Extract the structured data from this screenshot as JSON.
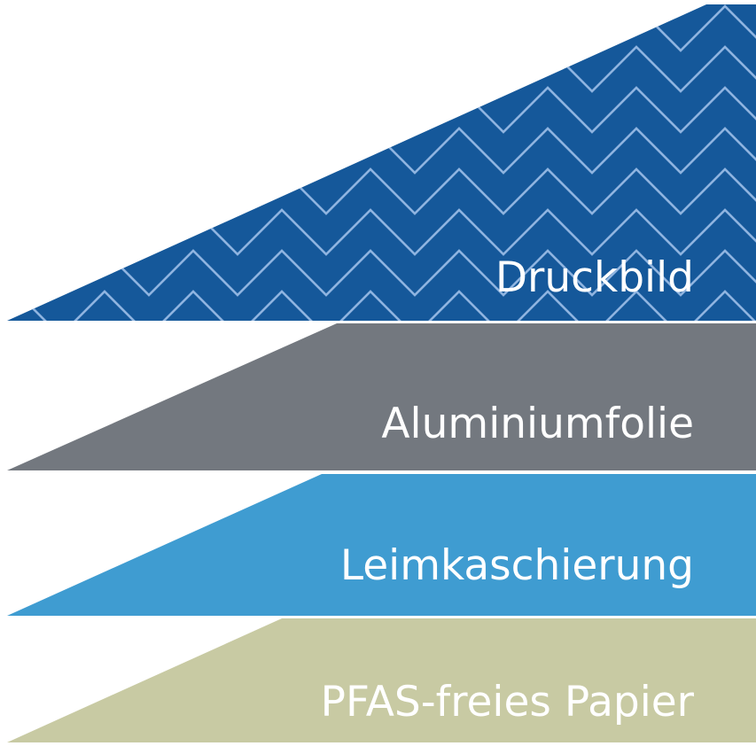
{
  "layers": [
    {
      "label": "Druckbild",
      "color": "#15589a",
      "pattern": "zigzag",
      "pattern_color": "#8fb4e0"
    },
    {
      "label": "Aluminiumfolie",
      "color": "#73787f"
    },
    {
      "label": "Leimkaschierung",
      "color": "#3f9cd1"
    },
    {
      "label": "PFAS-freies Papier",
      "color": "#c8caa3"
    }
  ]
}
